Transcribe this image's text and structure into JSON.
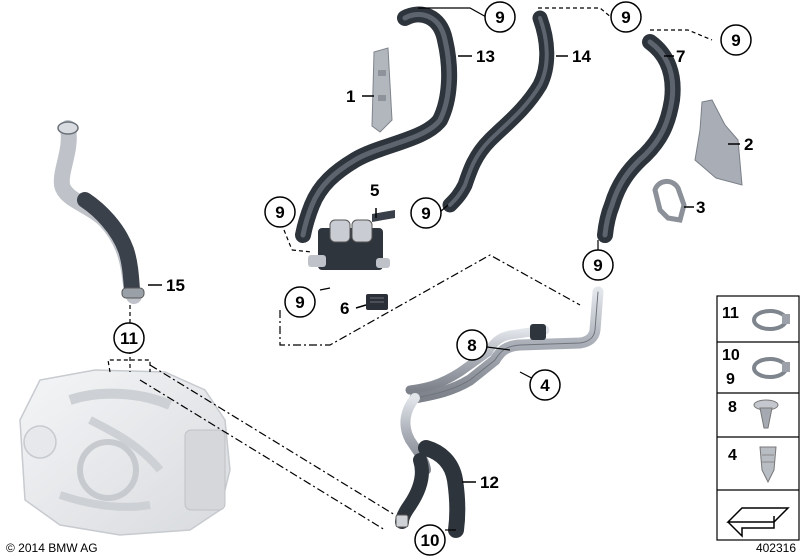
{
  "diagram": {
    "part_labels": {
      "p1": "1",
      "p2": "2",
      "p3": "3",
      "p4": "4",
      "p5": "5",
      "p6": "6",
      "p7": "7",
      "p12": "12",
      "p13": "13",
      "p14": "14",
      "p15": "15"
    },
    "circle_labels": {
      "c9a": "9",
      "c9b": "9",
      "c9c": "9",
      "c9d": "9",
      "c9e": "9",
      "c9f": "9",
      "c9g": "9",
      "c8": "8",
      "c4": "4",
      "c11": "11",
      "c10": "10"
    },
    "legend": {
      "item11": "11",
      "item10": "10",
      "item10b": "9",
      "item8": "8",
      "item4": "4"
    },
    "copyright": "© 2014 BMW AG",
    "diagram_number": "402316"
  }
}
